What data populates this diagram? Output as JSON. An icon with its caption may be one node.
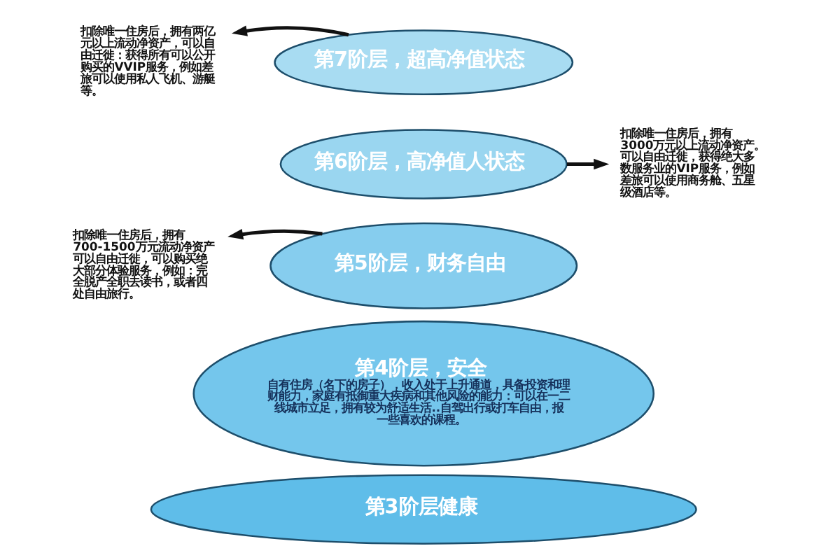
{
  "diagram": {
    "nodes": [
      {
        "text": [
          "第7阶层，超高净值状态"
        ]
      },
      {
        "text": [
          "第6阶层，高净值人状态"
        ]
      },
      {
        "text": [
          "第5阶层，财务自由"
        ]
      },
      {
        "text": [
          "第4阶层，安全",
          "自有住房（名下的房子），收入处于上升通道，具备投资和理财能力，家庭有抵御重大疾病和其他风险的能力：可以在一二线城市立足，拥有较为舒适生活..自驾出行或打车自由，报一些喜欢的课程。"
        ]
      },
      {
        "text": [
          "第3阶层健康"
        ]
      },
      {
        "text": [
          "扣除唯一住房后，拥有两亿元以上流动净资产，可以自由迁徙：获得所有可以公开购买的VVIP服务，例如差旅可以使用私人飞机、游艇等。"
        ]
      },
      {
        "text": [
          "扣除唯一住房后，拥有3000万元以上流动净资产。可以自由迁徙，获得绝大多数服务业的VIP服务，例如差旅可以使用商务舱、五星级酒店等。"
        ]
      },
      {
        "text": [
          "扣除唯一住房后，拥有700-1500万元流动净资产可以自由迁徙，可以购买绝大部分体验服务，例如：完全脱产全职去读书，或者四处自由旅行。"
        ]
      }
    ],
    "edges": [
      {
        "from": 0,
        "to": 5,
        "arrow": "to"
      },
      {
        "from": 1,
        "to": 6,
        "arrow": "to"
      },
      {
        "from": 2,
        "to": 7,
        "arrow": "to"
      }
    ]
  }
}
